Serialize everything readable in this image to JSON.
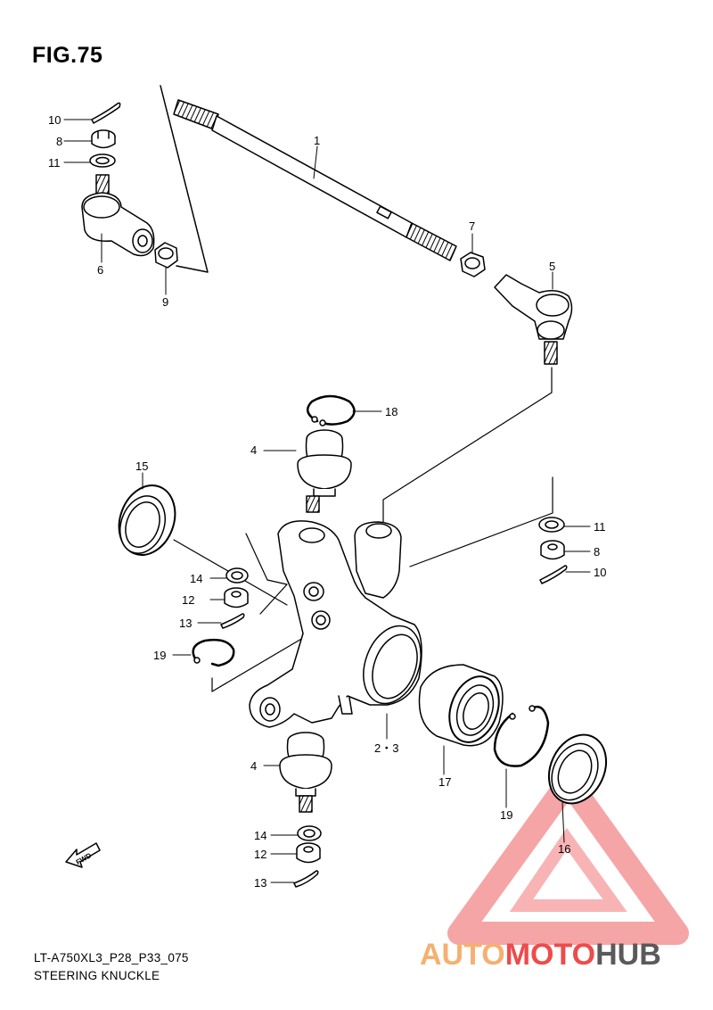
{
  "figure": {
    "title": "FIG.75",
    "code": "LT-A750XL3_P28_P33_075",
    "name": "STEERING KNUCKLE"
  },
  "watermark": {
    "brand_left": "AUTO",
    "brand_mid": "MOTO",
    "brand_right": "HUB",
    "colors": {
      "orange": "#f5b070",
      "red": "#ee4b4b",
      "gray": "#5a5a5a",
      "triangle": "#f06a6a"
    }
  },
  "fwd_label": "FWD",
  "callouts": {
    "c1": "1",
    "c2_3": "2・3",
    "c4a": "4",
    "c4b": "4",
    "c5": "5",
    "c6": "6",
    "c7": "7",
    "c8a": "8",
    "c8b": "8",
    "c9": "9",
    "c10a": "10",
    "c10b": "10",
    "c11a": "11",
    "c11b": "11",
    "c12a": "12",
    "c12b": "12",
    "c13a": "13",
    "c13b": "13",
    "c14a": "14",
    "c14b": "14",
    "c15": "15",
    "c16": "16",
    "c17": "17",
    "c18": "18",
    "c19a": "19",
    "c19b": "19"
  }
}
